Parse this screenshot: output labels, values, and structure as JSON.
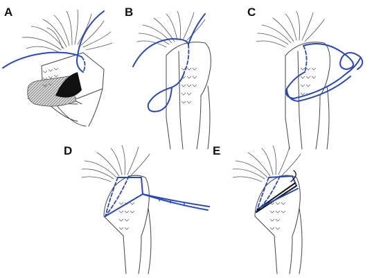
{
  "panels": [
    {
      "id": "a",
      "label": "A"
    },
    {
      "id": "b",
      "label": "B"
    },
    {
      "id": "c",
      "label": "C"
    },
    {
      "id": "d",
      "label": "D"
    },
    {
      "id": "e",
      "label": "E"
    }
  ],
  "colors": {
    "suture": "#2a48b0",
    "knot": "#111111",
    "outline": "#444444",
    "tissue_dark": "#111111",
    "tissue_grey": "#9a9a9a"
  }
}
